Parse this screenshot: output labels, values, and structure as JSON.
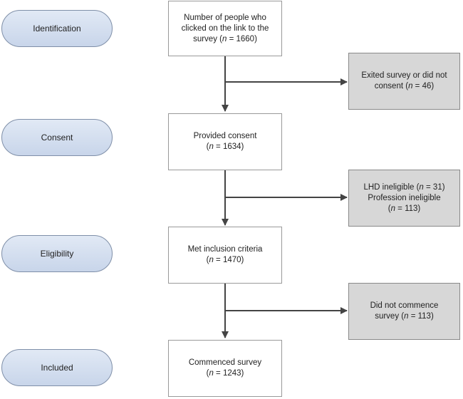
{
  "stages": {
    "identification": "Identification",
    "consent": "Consent",
    "eligibility": "Eligibility",
    "included": "Included"
  },
  "boxes": {
    "clicked": {
      "lines": [
        "Number of people who",
        "clicked on the link to the",
        "survey ("
      ],
      "n_symbol": "n",
      "n_value": " = 1660)"
    },
    "consent": {
      "line1": "Provided consent",
      "open": "(",
      "n_symbol": "n",
      "n_value": " = 1634)"
    },
    "inclusion": {
      "line1": "Met inclusion criteria",
      "open": "(",
      "n_symbol": "n",
      "n_value": " = 1470)"
    },
    "commenced": {
      "line1": "Commenced survey",
      "open": "(",
      "n_symbol": "n",
      "n_value": " = 1243)"
    }
  },
  "exclusions": {
    "exited": {
      "line1": "Exited survey or did not",
      "line2_prefix": "consent (",
      "n_symbol": "n",
      "n_value": " = 46)"
    },
    "ineligible": {
      "line1_prefix": "LHD ineligible (",
      "line1_n_symbol": "n",
      "line1_n_value": " = 31)",
      "line2": "Profession ineligible",
      "line3_open": "(",
      "line3_n_symbol": "n",
      "line3_n_value": " = 113)"
    },
    "not_commenced": {
      "line1": "Did not commence",
      "line2_prefix": "survey (",
      "n_symbol": "n",
      "n_value": " = 113)"
    }
  },
  "colors": {
    "arrow": "#444444",
    "stage_border": "#7f8fa8",
    "stage_fill_top": "#e1e9f5",
    "stage_fill_bottom": "#c8d5ea",
    "box_border": "#9a9a9a",
    "exclusion_fill": "#d7d7d7"
  }
}
